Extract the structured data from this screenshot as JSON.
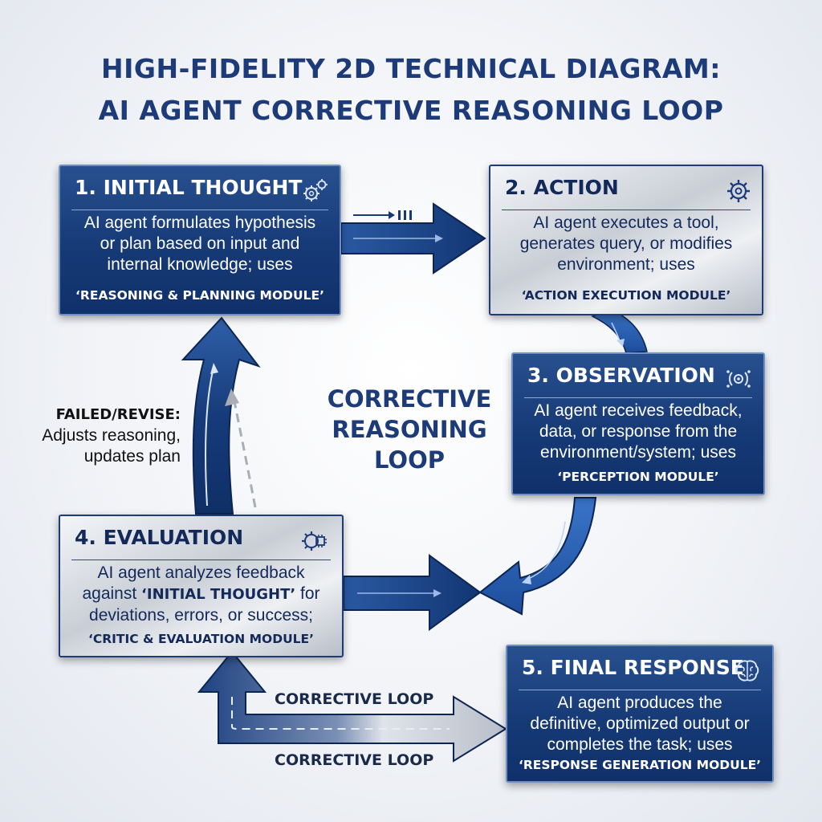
{
  "title": {
    "line1": "HIGH-FIDELITY 2D TECHNICAL DIAGRAM:",
    "line2": "AI AGENT CORRECTIVE REASONING LOOP"
  },
  "center_label": {
    "line1": "CORRECTIVE",
    "line2": "REASONING",
    "line3": "LOOP"
  },
  "revise_note": {
    "heading": "FAILED/REVISE:",
    "line1": "Adjusts reasoning,",
    "line2": "updates plan"
  },
  "loop_labels": {
    "upper": "CORRECTIVE LOOP",
    "lower": "CORRECTIVE LOOP"
  },
  "steps": [
    {
      "heading": "1. INITIAL THOUGHT",
      "lines": [
        "AI agent formulates hypothesis",
        "or plan based on input and",
        "internal knowledge; uses"
      ],
      "module": "‘REASONING & PLANNING MODULE’",
      "icon": "gears-icon"
    },
    {
      "heading": "2. ACTION",
      "lines": [
        "AI agent executes a tool,",
        "generates query, or modifies",
        "environment; uses"
      ],
      "module": "‘ACTION EXECUTION MODULE’",
      "icon": "gear-icon"
    },
    {
      "heading": "3. OBSERVATION",
      "lines": [
        "AI agent receives feedback,",
        "data, or response from the",
        "environment/system; uses"
      ],
      "module": "‘PERCEPTION MODULE’",
      "icon": "sensor-icon"
    },
    {
      "heading": "4. EVALUATION",
      "line1": "AI agent analyzes feedback",
      "line2_pre": "against ",
      "line2_bold": "‘INITIAL THOUGHT’",
      "line2_post": " for",
      "line3": "deviations, errors, or success;",
      "module": "‘CRITIC & EVALUATION MODULE’",
      "icon": "gear-chip-icon"
    },
    {
      "heading": "5. FINAL RESPONSE",
      "lines": [
        "AI agent produces the",
        "definitive, optimized output or",
        "completes the task; uses"
      ],
      "module": "‘RESPONSE GENERATION MODULE’",
      "icon": "brain-icon"
    }
  ]
}
